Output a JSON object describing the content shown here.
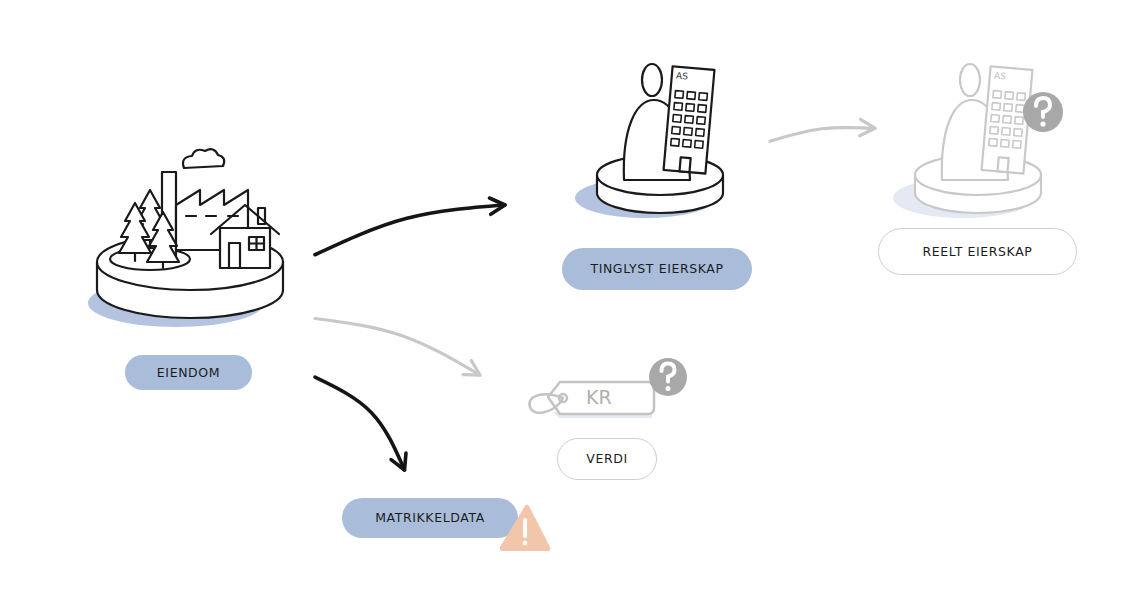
{
  "diagram": {
    "nodes": [
      {
        "text": [
          "EIENDOM"
        ]
      },
      {
        "text": [
          "TINGLYST EIERSKAP"
        ]
      },
      {
        "text": [
          "REELT EIERSKAP"
        ]
      },
      {
        "text": [
          "VERDI"
        ]
      },
      {
        "text": [
          "MATRIKKELDATA"
        ]
      }
    ],
    "edges": [
      {
        "from": 0,
        "to": 1,
        "arrow": "to"
      },
      {
        "from": 0,
        "to": 3,
        "arrow": "to"
      },
      {
        "from": 0,
        "to": 4,
        "arrow": "to"
      },
      {
        "from": 1,
        "to": 2,
        "arrow": "to"
      }
    ],
    "labels": [
      "AS",
      "AS",
      "KR"
    ]
  }
}
